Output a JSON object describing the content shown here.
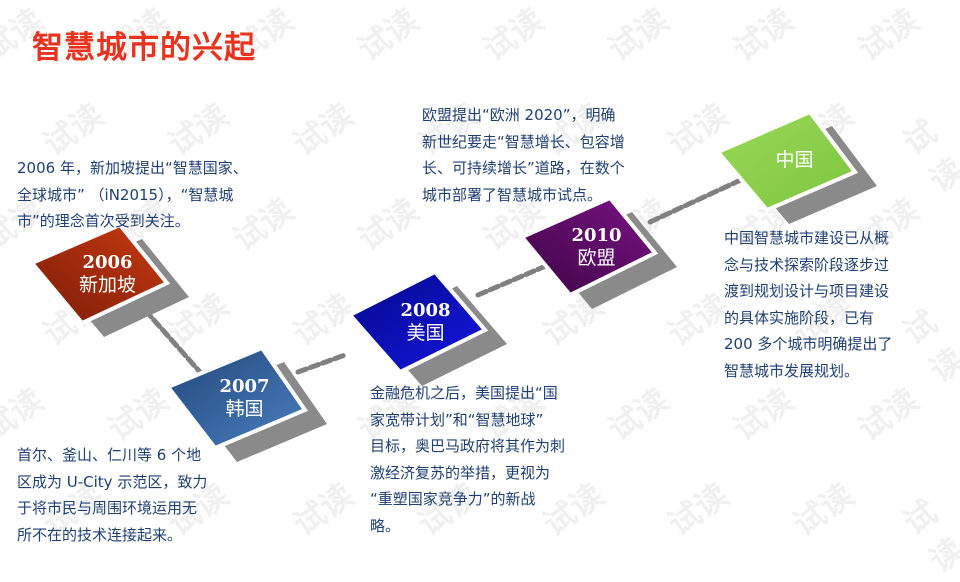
{
  "title": "智慧城市的兴起",
  "watermark": "试读",
  "milestones": [
    {
      "year": "2006",
      "place": "新加坡",
      "color": "#a82a10"
    },
    {
      "year": "2007",
      "place": "韩国",
      "color": "#2f5f9a"
    },
    {
      "year": "2008",
      "place": "美国",
      "color": "#0a0fb8"
    },
    {
      "year": "2010",
      "place": "欧盟",
      "color": "#5a0a63"
    },
    {
      "year": "",
      "place": "中国",
      "color": "#8fd14f"
    }
  ],
  "descriptions": {
    "singapore": [
      "2006 年，新加坡提出“智慧国家、",
      "全球城市” （iN2015），“智慧城",
      "市”的理念首次受到关注。"
    ],
    "korea": [
      "首尔、釜山、仁川等 6 个地",
      "区成为 U-City 示范区，致力",
      "于将市民与周围环境运用无",
      "所不在的技术连接起来。"
    ],
    "usa": [
      "金融危机之后，美国提出“国",
      "家宽带计划”和“智慧地球”",
      "目标，奥巴马政府将其作为刺",
      "激经济复苏的举措，更视为",
      "“重塑国家竞争力”的新战",
      "略。"
    ],
    "eu": [
      "欧盟提出“欧洲 2020”，明确",
      "新世纪要走“智慧增长、包容增",
      "长、可持续增长”道路，在数个",
      "城市部署了智慧城市试点。"
    ],
    "china": [
      "中国智慧城市建设已从概",
      "念与技术探索阶段逐步过",
      "渡到规划设计与项目建设",
      "的具体实施阶段，已有",
      "200 多个城市明确提出了",
      "智慧城市发展规划。"
    ]
  }
}
